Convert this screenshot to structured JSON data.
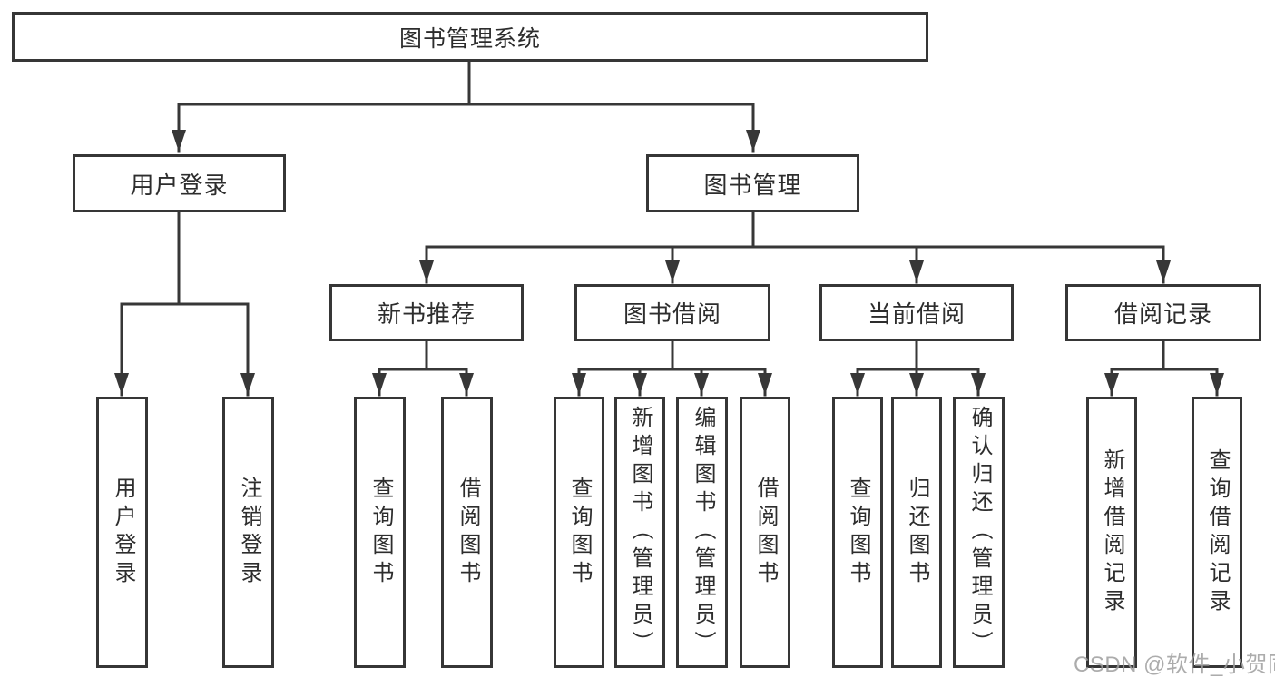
{
  "title": {
    "label": "图书管理系统"
  },
  "login": {
    "label": "用户登录",
    "children": [
      {
        "label": "用户登录"
      },
      {
        "label": "注销登录"
      }
    ]
  },
  "mgmt": {
    "label": "图书管理",
    "children": [
      {
        "label": "新书推荐",
        "children": [
          {
            "label": "查询图书"
          },
          {
            "label": "借阅图书"
          }
        ]
      },
      {
        "label": "图书借阅",
        "children": [
          {
            "label": "查询图书"
          },
          {
            "label": "新增图书（管理员）"
          },
          {
            "label": "编辑图书（管理员）"
          },
          {
            "label": "借阅图书"
          }
        ]
      },
      {
        "label": "当前借阅",
        "children": [
          {
            "label": "查询图书"
          },
          {
            "label": "归还图书"
          },
          {
            "label": "确认归还（管理员）"
          }
        ]
      },
      {
        "label": "借阅记录",
        "children": [
          {
            "label": "新增借阅记录"
          },
          {
            "label": "查询借阅记录"
          }
        ]
      }
    ]
  },
  "watermark": {
    "text": "CSDN @软件_小贺同学",
    "color": "#9e9e9e"
  },
  "colors": {
    "line": "#373737",
    "text": "#2d2d2d",
    "background": "#ffffff"
  }
}
